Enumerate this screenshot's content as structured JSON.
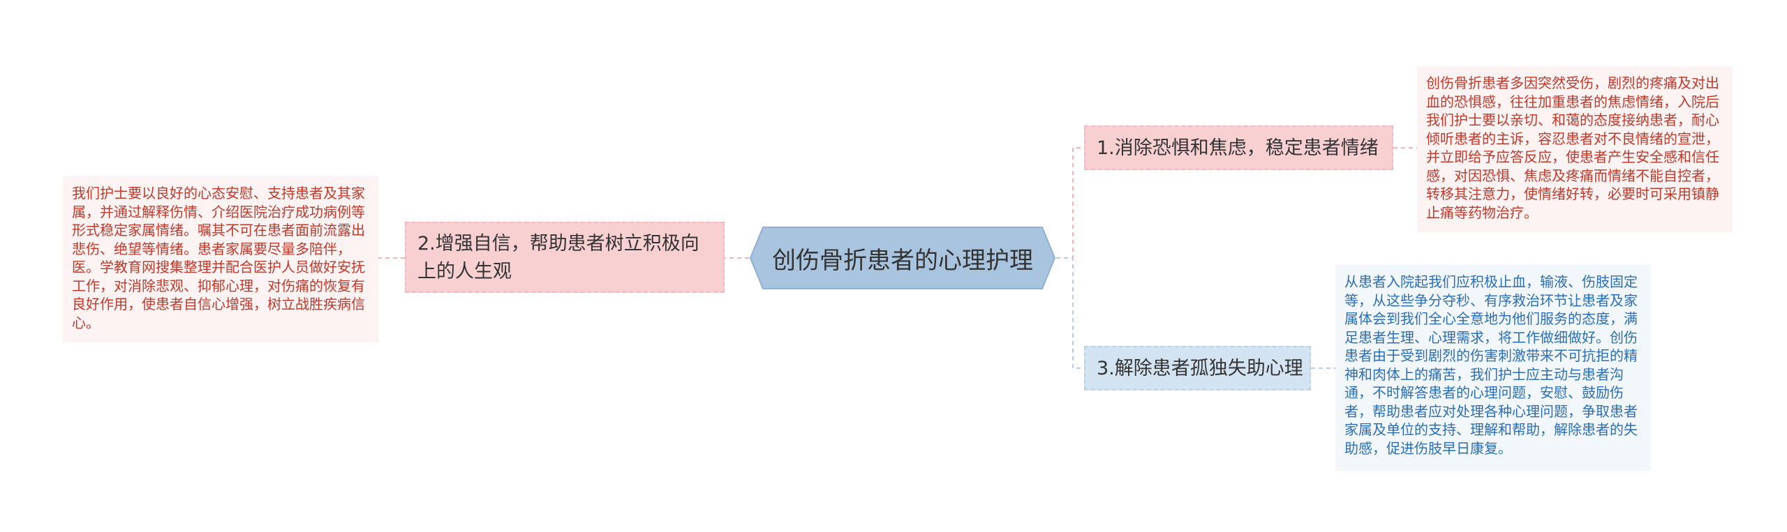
{
  "center": {
    "title": "创伤骨折患者的心理护理"
  },
  "branches": [
    {
      "id": "b1",
      "label": "1.消除恐惧和焦虑，稳定患者情绪",
      "detail": "创伤骨折患者多因突然受伤，剧烈的疼痛及对出血的恐惧感，往往加重患者的焦虑情绪，入院后我们护士要以亲切、和蔼的态度接纳患者，耐心倾听患者的主诉，容忍患者对不良情绪的宣泄，并立即给予应答反应，使患者产生安全感和信任感，对因恐惧、焦虑及疼痛而情绪不能自控者，转移其注意力，使情绪好转，必要时可采用镇静止痛等药物治疗。"
    },
    {
      "id": "b2",
      "label": "2.增强自信，帮助患者树立积极向上的人生观",
      "detail": "我们护士要以良好的心态安慰、支持患者及其家属，并通过解释伤情、介绍医院治疗成功病例等形式稳定家属情绪。嘱其不可在患者面前流露出悲伤、绝望等情绪。患者家属要尽量多陪伴，医。学教育网搜集整理并配合医护人员做好安抚工作，对消除悲观、抑郁心理，对伤痛的恢复有良好作用，使患者自信心增强，树立战胜疾病信心。"
    },
    {
      "id": "b3",
      "label": "3.解除患者孤独失助心理",
      "detail": "从患者入院起我们应积极止血，输液、伤肢固定等，从这些争分夺秒、有序救治环节让患者及家属体会到我们全心全意地为他们服务的态度，满足患者生理、心理需求，将工作做细做好。创伤患者由于受到剧烈的伤害刺激带来不可抗拒的精神和肉体上的痛苦，我们护士应主动与患者沟通，不时解答患者的心理问题，安慰、鼓励伤者，帮助患者应对处理各种心理问题，争取患者家属及单位的支持、理解和帮助，解除患者的失助感，促进伤肢早日康复。"
    }
  ],
  "colors": {
    "center_fill": "#a9c4df",
    "center_stroke": "#8fb0d2",
    "pink_branch": "#f8d0d2",
    "blue_branch": "#d3e3f1",
    "pink_text": "#c0392b",
    "blue_text": "#2a6ebb",
    "link_pink": "#f2b3b6",
    "link_blue": "#b5cde4"
  }
}
